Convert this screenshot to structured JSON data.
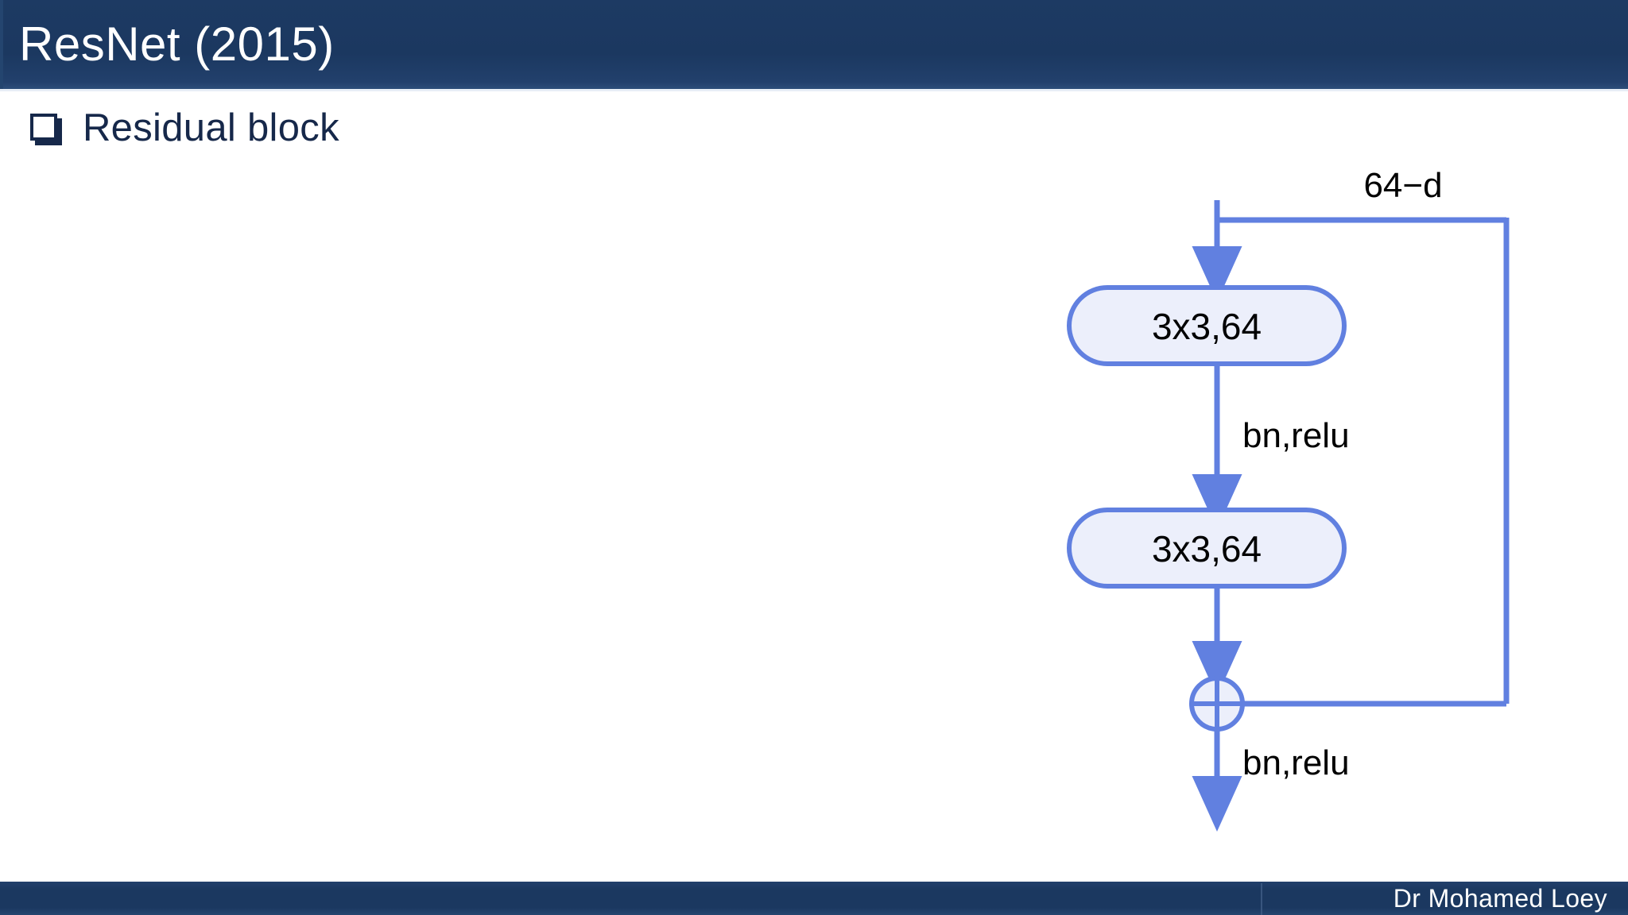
{
  "slide": {
    "title": "ResNet (2015)",
    "bullet": {
      "icon": "hollow-square-bullet",
      "text": "Residual block"
    },
    "footer": {
      "author": "Dr Mohamed Loey"
    }
  },
  "colors": {
    "title_bar": "#1b3860",
    "title_text": "#ffffff",
    "body_text": "#16284a",
    "diagram_stroke": "#6180e0",
    "diagram_fill": "#eceffb",
    "page_background": "#ffffff"
  },
  "diagram": {
    "name": "residual-block-diagram",
    "nodes": [
      {
        "id": "conv1",
        "label": "3x3,64",
        "shape": "rounded-rect"
      },
      {
        "id": "conv2",
        "label": "3x3,64",
        "shape": "rounded-rect"
      },
      {
        "id": "add",
        "label": "⊕",
        "shape": "circle-plus"
      }
    ],
    "edge_labels": {
      "skip": "64−d",
      "between_convs": "bn,relu",
      "after_add": "bn,relu"
    }
  }
}
